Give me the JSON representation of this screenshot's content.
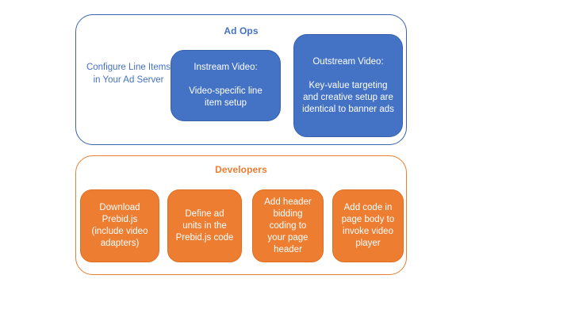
{
  "colors": {
    "blue_fill": "#4472C4",
    "blue_text": "#4472C4",
    "orange_fill": "#ED7D31",
    "orange_text": "#ED7D31",
    "box_text": "#FFFFFF",
    "background": "#FFFFFF"
  },
  "ad_ops": {
    "title": "Ad Ops",
    "note": "Configure Line Items in Your Ad Server",
    "boxes": [
      {
        "title": "Instream Video:",
        "body": "Video-specific line item setup"
      },
      {
        "title": "Outstream Video:",
        "body": "Key-value targeting and creative setup are identical to banner ads"
      }
    ]
  },
  "developers": {
    "title": "Developers",
    "steps": [
      "Download Prebid.js (include video adapters)",
      "Define ad units in the Prebid.js code",
      "Add header bidding coding to your page header",
      "Add code in page body to invoke video player"
    ]
  }
}
